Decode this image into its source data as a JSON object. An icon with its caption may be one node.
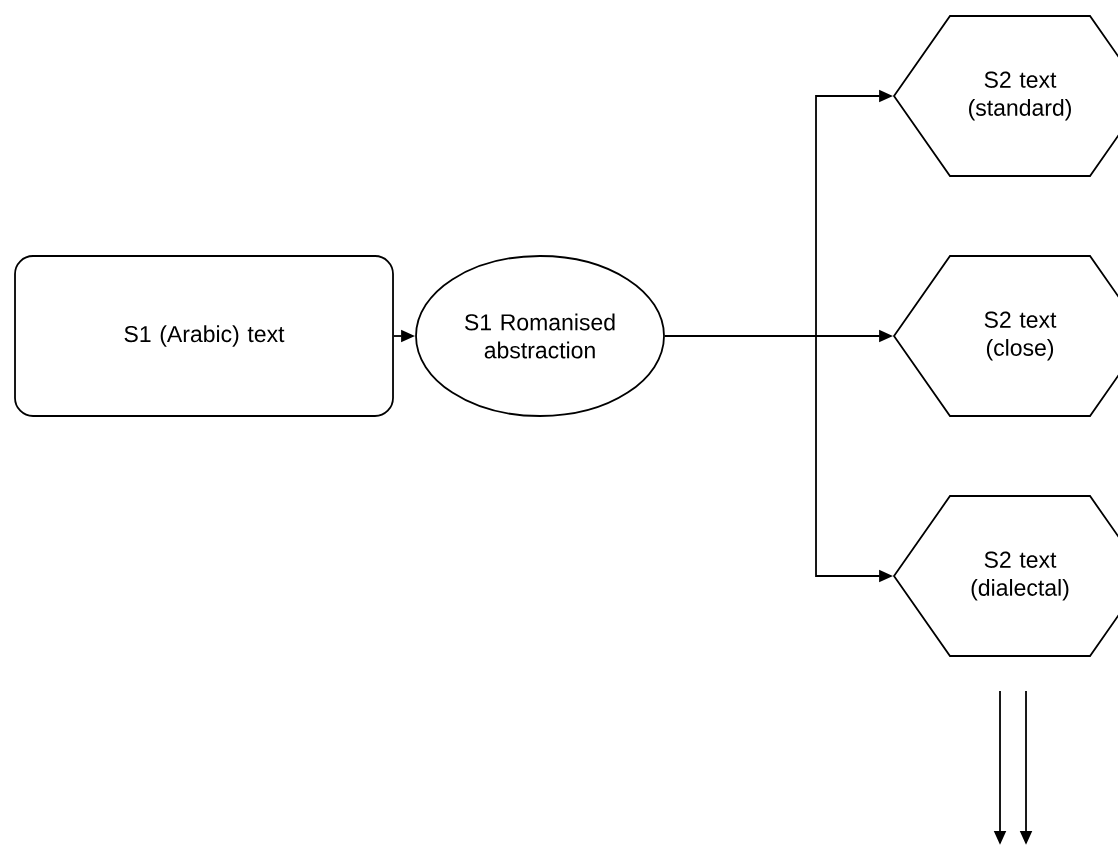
{
  "diagram": {
    "nodes": [
      {
        "text": [
          "S1 (Arabic) text"
        ]
      },
      {
        "text": [
          "S1 Romanised abstraction"
        ]
      },
      {
        "text": [
          "S2 text (standard)"
        ]
      },
      {
        "text": [
          "S2 text (close)"
        ]
      },
      {
        "text": [
          "S2 text (dialectal)"
        ]
      }
    ],
    "edges": [
      {
        "from": 0,
        "to": 1,
        "arrow": "to"
      },
      {
        "from": 1,
        "to": 2,
        "arrow": "to"
      },
      {
        "from": 1,
        "to": 3,
        "arrow": "to"
      },
      {
        "from": 1,
        "to": 4,
        "arrow": "to"
      },
      {
        "from": 4,
        "to": null,
        "arrow": "to"
      },
      {
        "from": 4,
        "to": null,
        "arrow": "to"
      }
    ]
  }
}
